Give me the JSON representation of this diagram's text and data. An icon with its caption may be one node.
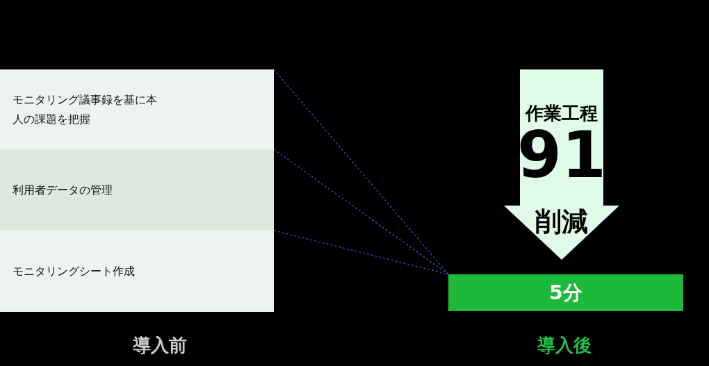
{
  "diagram": {
    "nodes": [
      {
        "text": [
          "モニタリング議事録を基に本人の課題を把握"
        ]
      },
      {
        "text": [
          "利用者データの管理"
        ]
      },
      {
        "text": [
          "モニタリングシート作成"
        ]
      },
      {
        "text": [
          "作業工程",
          "91",
          "削減"
        ]
      },
      {
        "text": [
          "5分"
        ]
      }
    ],
    "edges": [
      {
        "from": 0,
        "to": 4,
        "arrow": "none",
        "style": "dashed"
      },
      {
        "from": 1,
        "to": 4,
        "arrow": "none",
        "style": "dashed"
      },
      {
        "from": 2,
        "to": 4,
        "arrow": "none",
        "style": "dashed"
      }
    ],
    "labels": [
      "導入前",
      "導入後"
    ]
  }
}
